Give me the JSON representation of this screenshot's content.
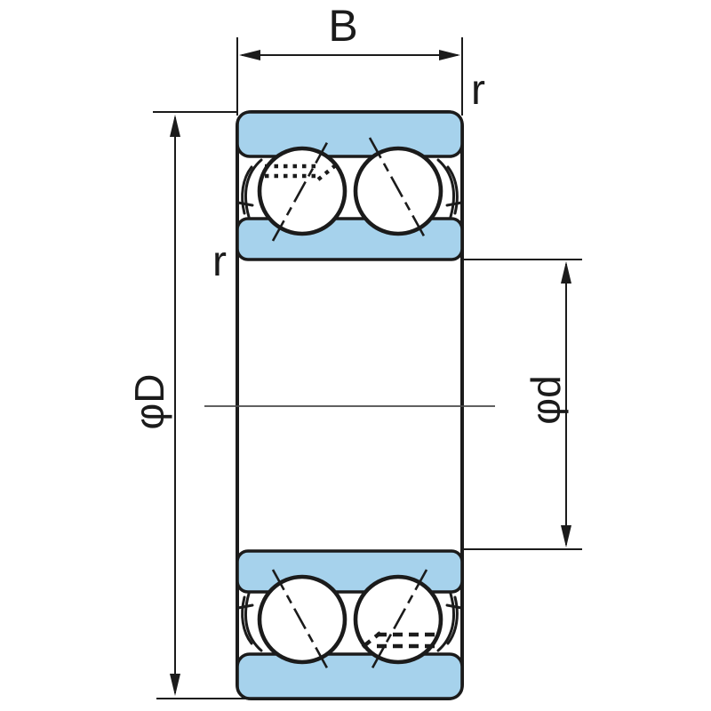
{
  "diagram": {
    "labels": {
      "width": "B",
      "chamfer_outer": "r",
      "chamfer_inner": "r",
      "outer_diameter": "φD",
      "bore_diameter": "φd"
    },
    "colors": {
      "ring_fill": "#a6d2ec",
      "line": "#1b1b1b",
      "background": "#ffffff"
    }
  }
}
